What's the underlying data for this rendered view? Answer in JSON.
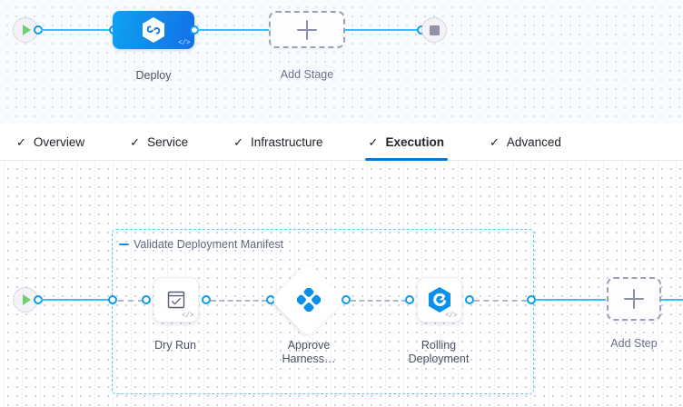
{
  "stage_canvas": {
    "start_node": {
      "name": "pipeline-start",
      "icon": "play-icon"
    },
    "stage": {
      "label": "Deploy",
      "icon": "harness-hexagon-icon",
      "code_marker": "</>"
    },
    "add_stage": {
      "label": "Add Stage",
      "icon": "plus-icon"
    },
    "end_node": {
      "name": "pipeline-end",
      "icon": "stop-square-icon"
    }
  },
  "tabs": [
    {
      "label": "Overview",
      "check": "✓",
      "active": false
    },
    {
      "label": "Service",
      "check": "✓",
      "active": false
    },
    {
      "label": "Infrastructure",
      "check": "✓",
      "active": false
    },
    {
      "label": "Execution",
      "check": "✓",
      "active": true
    },
    {
      "label": "Advanced",
      "check": "✓",
      "active": false
    }
  ],
  "execution_canvas": {
    "start_node": {
      "name": "execution-start",
      "icon": "play-icon"
    },
    "group": {
      "label": "Validate Deployment Manifest",
      "collapse_icon": "collapse-dash-icon"
    },
    "steps": [
      {
        "label": "Dry Run",
        "icon": "checkbox-task-icon",
        "code_marker": "</>",
        "shape": "rounded-square"
      },
      {
        "label": "Approve\nHarness…",
        "icon": "approval-diamond-icon",
        "code_marker": "",
        "shape": "diamond"
      },
      {
        "label": "Rolling\nDeployment",
        "icon": "rolling-deploy-icon",
        "code_marker": "</>",
        "shape": "rounded-square"
      }
    ],
    "add_step": {
      "label": "Add Step",
      "icon": "plus-icon"
    }
  },
  "colors": {
    "accent_blue": "#0278d5",
    "line_blue": "#36bffa",
    "port_blue": "#0a9bf0",
    "group_border": "#5bc8f5",
    "stage_gradient_from": "#0da2f0",
    "stage_gradient_to": "#1470e8",
    "play_green": "#6fd072",
    "dashed_grey": "#b2b6c6"
  }
}
